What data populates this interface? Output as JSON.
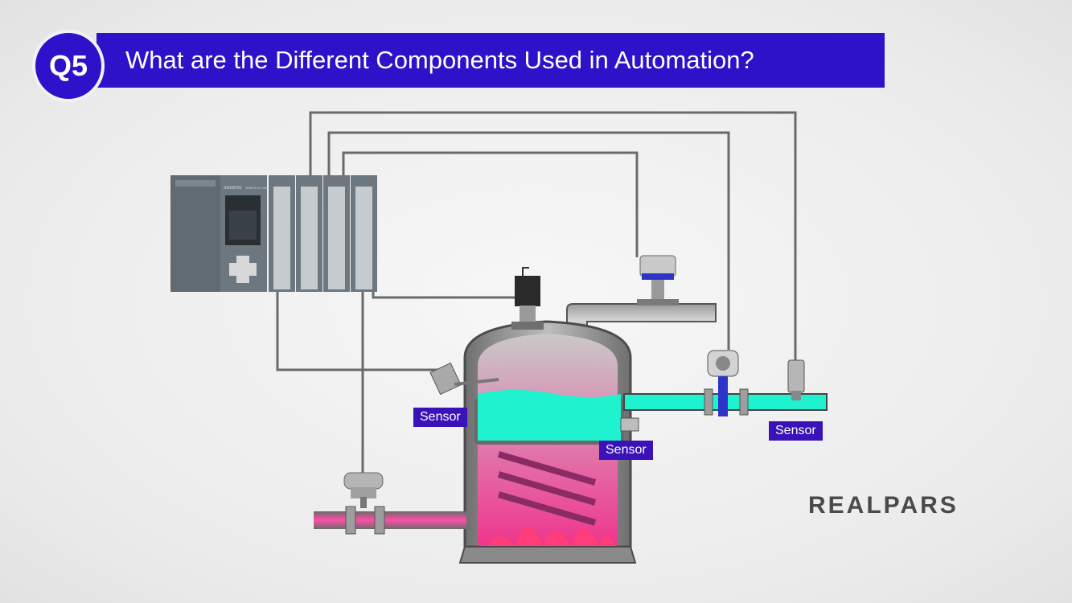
{
  "header": {
    "badge": "Q5",
    "title": "What are the Different Components Used in Automation?"
  },
  "plc": {
    "brand": "SIEMENS",
    "model": "SIMATIC S7-1500"
  },
  "sensor_labels": [
    "Sensor",
    "Sensor",
    "Sensor"
  ],
  "logo": "REALPARS",
  "colors": {
    "header_bg": "#2d12c9",
    "label_bg": "#3a12b8",
    "liquid": "#1ff2cf",
    "heat": "#f0308a",
    "wire": "#6a6a6a"
  }
}
